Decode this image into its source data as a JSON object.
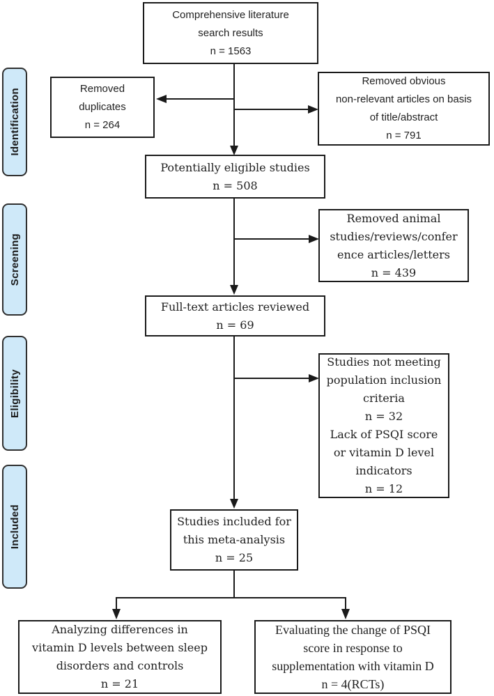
{
  "diagram_title": "PRISMA-style literature screening flow diagram",
  "colors": {
    "stage_fill": "#cfe9f9",
    "stage_border": "#2f2f2f",
    "box_border": "#1a1a1a",
    "arrow": "#1a1a1a",
    "background": "#ffffff"
  },
  "stages": [
    {
      "id": "identification",
      "label": "Identification"
    },
    {
      "id": "screening",
      "label": "Screening"
    },
    {
      "id": "eligibility",
      "label": "Eligibility"
    },
    {
      "id": "included",
      "label": "Included"
    }
  ],
  "boxes": {
    "search_results": "Comprehensive literature\nsearch results\nn = 1563",
    "removed_duplicates": "Removed\nduplicates\nn = 264",
    "removed_non_relevant": "Removed obvious\nnon-relevant articles on basis\nof title/abstract\nn = 791",
    "potentially_eligible": "Potentially eligible studies\nn = 508",
    "removed_animal": "Removed animal\nstudies/reviews/confer\nence articles/letters\nn = 439",
    "full_text_reviewed": "Full-text articles reviewed\nn = 69",
    "not_meeting_criteria": "Studies not meeting\npopulation inclusion\ncriteria\nn = 32\nLack of PSQI score\nor vitamin D level\nindicators\nn = 12",
    "included_studies": "Studies included for\nthis meta-analysis\nn = 25",
    "analyzing_differences": "Analyzing differences in\nvitamin D levels between sleep\ndisorders and controls\nn = 21",
    "evaluating_change": "Evaluating the change of PSQI\nscore in response to\nsupplementation with vitamin D\nn = 4(RCTs)"
  }
}
